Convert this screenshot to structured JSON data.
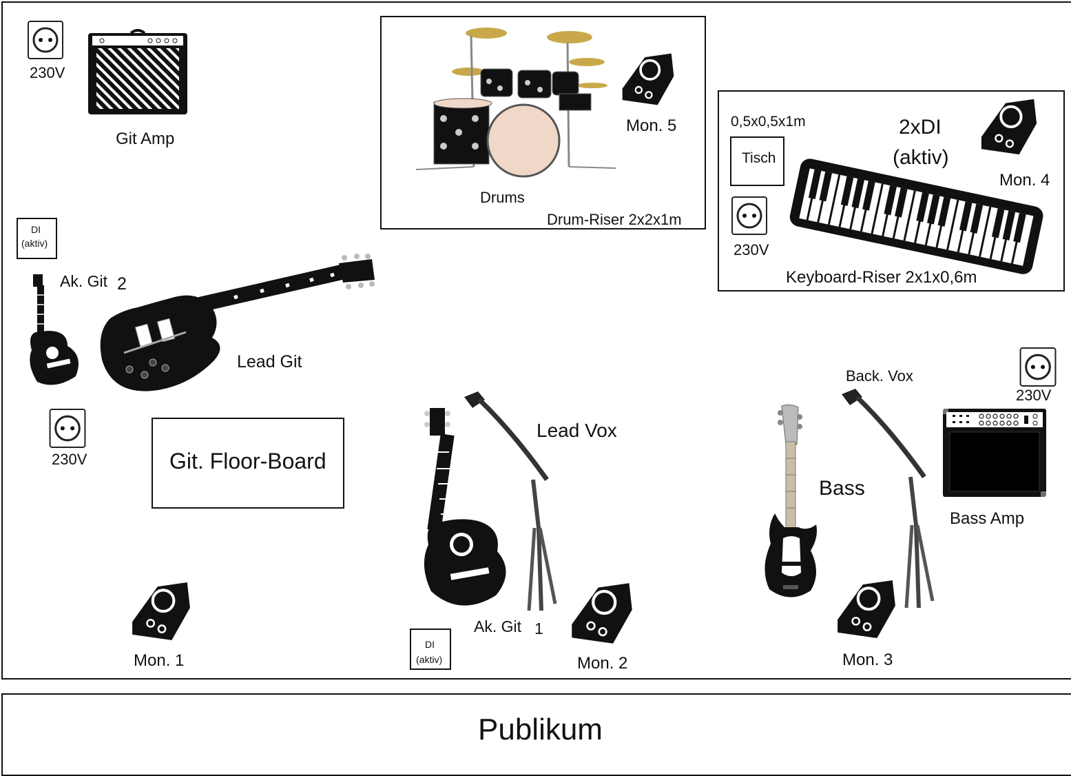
{
  "stage": {
    "drum_riser": {
      "label": "Drum-Riser 2x2x1m",
      "drums_label": "Drums",
      "monitor_label": "Mon. 5"
    },
    "keyboard_riser": {
      "label": "Keyboard-Riser 2x1x0,6m",
      "table_size": "0,5x0,5x1m",
      "table_label": "Tisch",
      "di_line1": "2xDI",
      "di_line2": "(aktiv)",
      "outlet_label": "230V",
      "monitor_label": "Mon. 4"
    },
    "git_amp": {
      "label": "Git Amp",
      "outlet_label": "230V"
    },
    "di_left": {
      "line1": "DI",
      "line2": "(aktiv)"
    },
    "ak_git_2": {
      "label": "Ak. Git",
      "number": "2"
    },
    "lead_git": {
      "label": "Lead Git"
    },
    "outlet_left_label": "230V",
    "floor_board": {
      "label": "Git. Floor-Board"
    },
    "lead_vox": {
      "label": "Lead Vox"
    },
    "ak_git_1": {
      "label": "Ak. Git",
      "number": "1"
    },
    "di_center": {
      "line1": "DI",
      "line2": "(aktiv)"
    },
    "back_vox": {
      "label": "Back. Vox"
    },
    "bass": {
      "label": "Bass"
    },
    "bass_amp": {
      "label": "Bass Amp",
      "outlet_label": "230V"
    },
    "monitors": {
      "mon1": "Mon. 1",
      "mon2": "Mon. 2",
      "mon3": "Mon. 3"
    }
  },
  "audience": {
    "label": "Publikum"
  }
}
